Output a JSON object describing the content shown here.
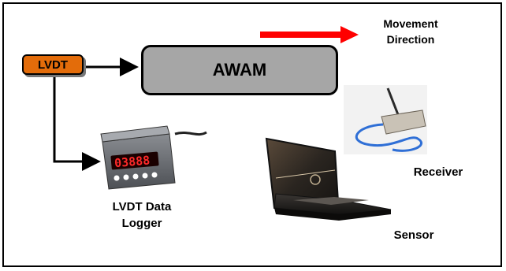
{
  "diagram": {
    "lvdt_label": "LVDT",
    "awam_label": "AWAM",
    "movement_line1": "Movement",
    "movement_line2": "Direction",
    "logger_line1": "LVDT Data",
    "logger_line2": "Logger",
    "receiver_label": "Receiver",
    "sensor_label": "Sensor",
    "logger_display": "03888"
  },
  "colors": {
    "lvdt_fill": "#e36c0a",
    "awam_fill": "#a6a6a6",
    "arrow_red": "#ff0000"
  }
}
